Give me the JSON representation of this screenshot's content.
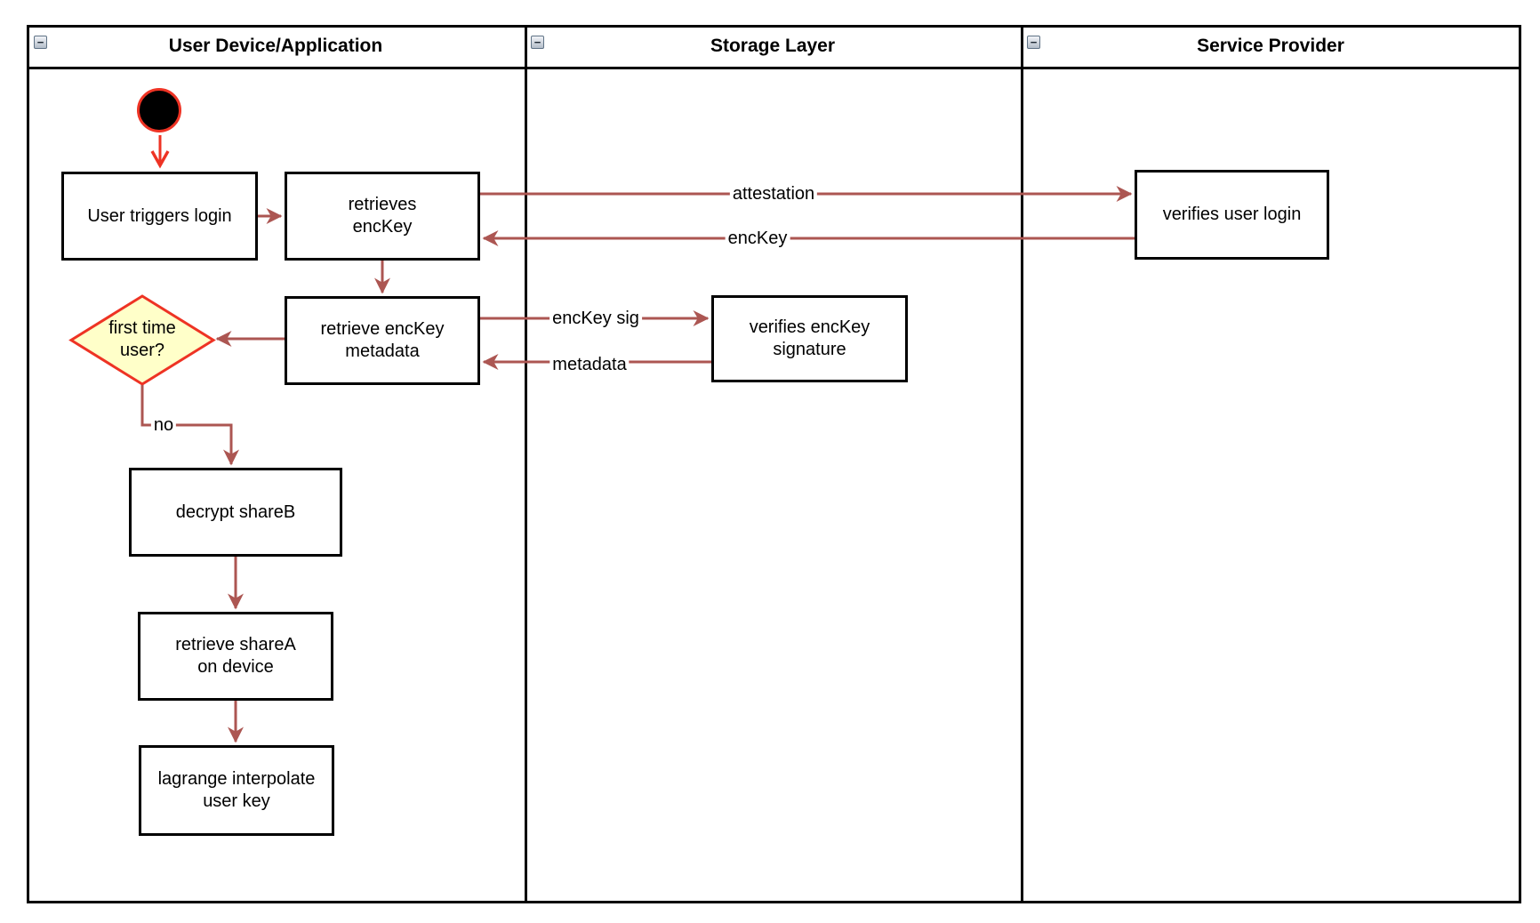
{
  "colors": {
    "connector_red_brown": "#AC5652",
    "accent_bright_red": "#EE3324",
    "decision_fill_yellow": "#FFFFC9",
    "shape_border": "#000000",
    "background": "#FFFFFF"
  },
  "icons": {
    "collapse_glyph": "−"
  },
  "lanes": [
    {
      "title": "User Device/Application"
    },
    {
      "title": "Storage Layer"
    },
    {
      "title": "Service Provider"
    }
  ],
  "nodes": {
    "user_triggers_login": "User triggers login",
    "retrieves_enckey": "retrieves\nencKey",
    "retrieve_enckey_metadata": "retrieve encKey\nmetadata",
    "first_time_user": "first time\nuser?",
    "decrypt_shareb": "decrypt shareB",
    "retrieve_sharea": "retrieve shareA\non device",
    "lagrange_interpolate": "lagrange interpolate\nuser key",
    "verifies_enckey_signature": "verifies encKey\nsignature",
    "verifies_user_login": "verifies user login"
  },
  "edge_labels": {
    "attestation": "attestation",
    "enckey": "encKey",
    "enckey_sig": "encKey sig",
    "metadata": "metadata",
    "no": "no"
  }
}
